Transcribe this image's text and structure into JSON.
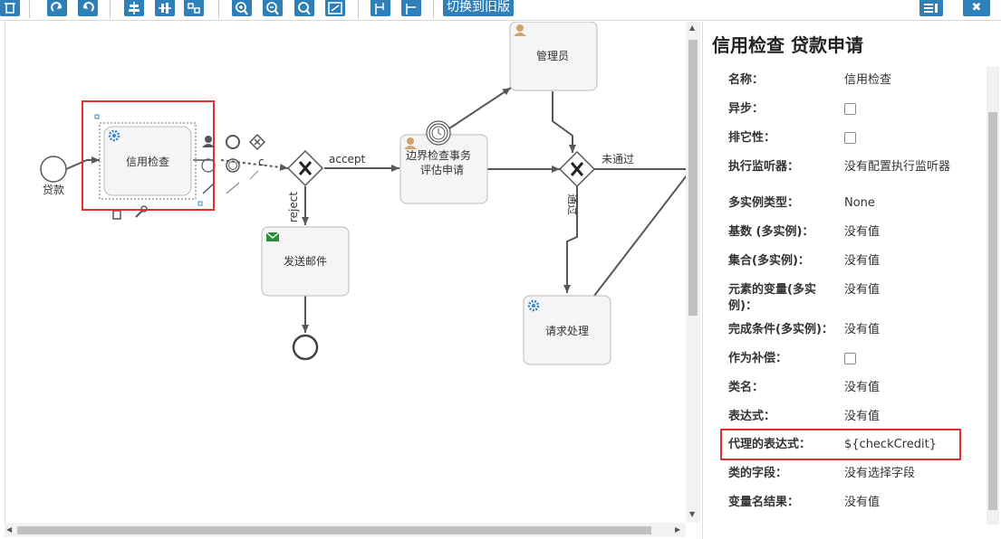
{
  "toolbar": {
    "switch_label": "切换到旧版",
    "close_label": "✖",
    "icons": [
      "delete-icon",
      "redo-icon",
      "undo-icon",
      "align-vertical-icon",
      "align-horizontal-icon",
      "same-size-icon",
      "zoom-in-icon",
      "zoom-out-icon",
      "zoom-actual-icon",
      "zoom-fit-icon",
      "add-bendpoint-icon",
      "remove-bendpoint-icon",
      "switch-to-old-version",
      "toggle-properties-icon",
      "close-icon"
    ]
  },
  "diagram": {
    "start_event_label": "贷款",
    "credit_check_label": "信用检查",
    "boundary_task_line1": "边界检查事务",
    "boundary_task_line2": "评估申请",
    "admin_task_label": "管理员",
    "send_mail_label": "发送邮件",
    "request_handle_label": "请求处理",
    "flow_accept": "accept",
    "flow_reject": "reject",
    "flow_not_passed": "未通过",
    "flow_passed": "通过",
    "quick_c_label": "c"
  },
  "panel": {
    "title": "信用检查 贷款申请",
    "properties": [
      {
        "label": "名称：",
        "value": "信用检查",
        "type": "text"
      },
      {
        "label": "异步：",
        "value": "",
        "type": "checkbox"
      },
      {
        "label": "排它性：",
        "value": "",
        "type": "checkbox"
      },
      {
        "label": "执行监听器：",
        "value": "没有配置执行监听器",
        "type": "text"
      },
      {
        "label": "多实例类型：",
        "value": "None",
        "type": "text"
      },
      {
        "label": "基数 (多实例)：",
        "value": "没有值",
        "type": "text"
      },
      {
        "label": "集合(多实例)：",
        "value": "没有值",
        "type": "text"
      },
      {
        "label": "元素的变量(多实例)：",
        "value": "没有值",
        "type": "text"
      },
      {
        "label": "完成条件(多实例)：",
        "value": "没有值",
        "type": "text"
      },
      {
        "label": "作为补偿：",
        "value": "",
        "type": "checkbox"
      },
      {
        "label": "类名：",
        "value": "没有值",
        "type": "text"
      },
      {
        "label": "表达式：",
        "value": "没有值",
        "type": "text"
      },
      {
        "label": "代理的表达式：",
        "value": "${checkCredit}",
        "type": "text"
      },
      {
        "label": "类的字段：",
        "value": "没有选择字段",
        "type": "text"
      },
      {
        "label": "变量名结果：",
        "value": "没有值",
        "type": "text"
      }
    ]
  },
  "colors": {
    "accent": "#2f7fb8",
    "highlight": "#e03030",
    "task_fill": "#f5f5f5",
    "task_stroke": "#bbbbbb",
    "flow": "#585858"
  }
}
